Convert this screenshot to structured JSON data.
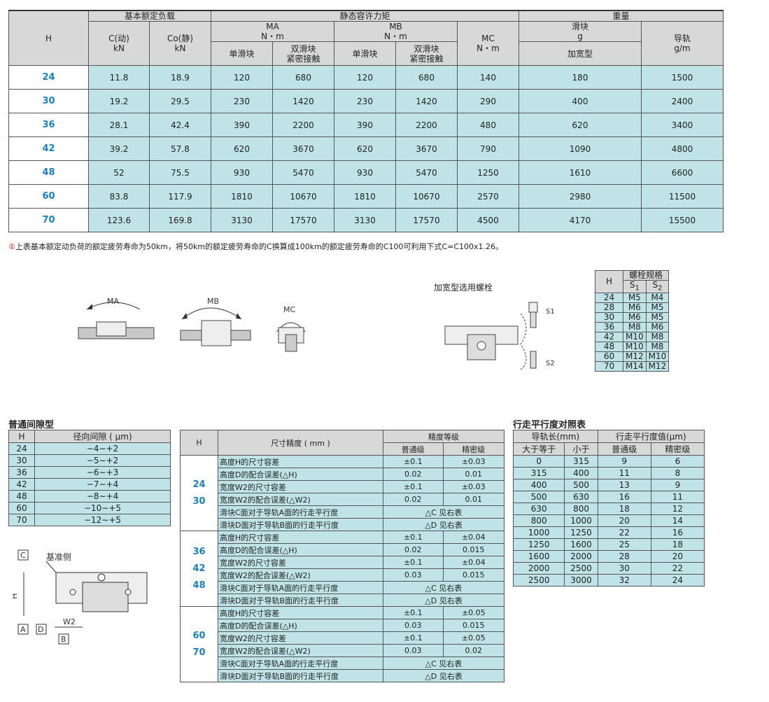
{
  "main": {
    "head": {
      "h": "H",
      "load_group": "基本额定负载",
      "c_dyn": "C(动)",
      "c_static": "Co(静)",
      "kn": "kN",
      "moment_group": "静态容许力矩",
      "ma": "MA",
      "mb": "MB",
      "nm": "N・m",
      "mc": "MC",
      "single": "单滑块",
      "double": "双滑块",
      "close": "紧密接触",
      "weight_group": "重量",
      "block": "滑块",
      "g": "g",
      "wide": "加宽型",
      "rail": "导轨",
      "gm": "g/m"
    },
    "rows": [
      [
        "24",
        "11.8",
        "18.9",
        "120",
        "680",
        "120",
        "680",
        "140",
        "180",
        "1500"
      ],
      [
        "30",
        "19.2",
        "29.5",
        "230",
        "1420",
        "230",
        "1420",
        "290",
        "400",
        "2400"
      ],
      [
        "36",
        "28.1",
        "42.4",
        "390",
        "2200",
        "390",
        "2200",
        "480",
        "620",
        "3400"
      ],
      [
        "42",
        "39.2",
        "57.8",
        "620",
        "3670",
        "620",
        "3670",
        "790",
        "1090",
        "4800"
      ],
      [
        "48",
        "52",
        "75.5",
        "930",
        "5470",
        "930",
        "5470",
        "1250",
        "1610",
        "6600"
      ],
      [
        "60",
        "83.8",
        "117.9",
        "1810",
        "10670",
        "1810",
        "10670",
        "2570",
        "2980",
        "11500"
      ],
      [
        "70",
        "123.6",
        "169.8",
        "3130",
        "17570",
        "3130",
        "17570",
        "4500",
        "4170",
        "15500"
      ]
    ]
  },
  "note": {
    "icon": "①",
    "text": "上表基本额定动负荷的额定疲劳寿命为50km，将50km的额定疲劳寿命的C换算成100km的额定疲劳寿命的C100可利用下式C=C100x1.26。"
  },
  "figure": {
    "ma": "MA",
    "mb": "MB",
    "mc": "MC",
    "bolt_caption": "加宽型选用螺栓",
    "s1": "S1",
    "s2": "S2"
  },
  "bolt": {
    "h": "H",
    "spec": "螺栓规格",
    "s1": "S",
    "s1_sub": "1",
    "s2": "S",
    "s2_sub": "2",
    "rows": [
      [
        "24",
        "M5",
        "M4"
      ],
      [
        "28",
        "M6",
        "M5"
      ],
      [
        "30",
        "M6",
        "M5"
      ],
      [
        "36",
        "M8",
        "M6"
      ],
      [
        "42",
        "M10",
        "M8"
      ],
      [
        "48",
        "M10",
        "M8"
      ],
      [
        "60",
        "M12",
        "M10"
      ],
      [
        "70",
        "M14",
        "M12"
      ]
    ]
  },
  "clearance": {
    "title": "普通间隙型",
    "h": "H",
    "col": "径向间隙 ( μm)",
    "rows": [
      [
        "24",
        "−4∼+2"
      ],
      [
        "30",
        "−5∼+2"
      ],
      [
        "36",
        "−6∼+3"
      ],
      [
        "42",
        "−7∼+4"
      ],
      [
        "48",
        "−8∼+4"
      ],
      [
        "60",
        "−10∼+5"
      ],
      [
        "70",
        "−12∼+5"
      ]
    ]
  },
  "accuracy": {
    "h": "H",
    "dim": "尺寸精度 ( mm )",
    "grade": "精度等级",
    "normal": "普通级",
    "precise": "精密级",
    "groups": [
      {
        "h": [
          "24",
          "30"
        ],
        "rows": [
          [
            "高度H的尺寸容差",
            "±0.1",
            "±0.03"
          ],
          [
            "高度D的配合误差(△H)",
            "0.02",
            "0.01"
          ],
          [
            "宽度W2的尺寸容差",
            "±0.1",
            "±0.03"
          ],
          [
            "宽度W2的配合误差(△W2)",
            "0.02",
            "0.01"
          ],
          [
            "滑块C面对于导轨A面的行走平行度",
            "△C 见右表",
            ""
          ],
          [
            "滑块D面对于导轨B面的行走平行度",
            "△D 见右表",
            ""
          ]
        ]
      },
      {
        "h": [
          "36",
          "42",
          "48"
        ],
        "rows": [
          [
            "高度H的尺寸容差",
            "±0.1",
            "±0.04"
          ],
          [
            "高度D的配合误差(△H)",
            "0.02",
            "0.015"
          ],
          [
            "宽度W2的尺寸容差",
            "±0.1",
            "±0.04"
          ],
          [
            "宽度W2的配合误差(△W2)",
            "0.03",
            "0.015"
          ],
          [
            "滑块C面对于导轨A面的行走平行度",
            "△C 见右表",
            ""
          ],
          [
            "滑块D面对于导轨B面的行走平行度",
            "△D 见右表",
            ""
          ]
        ]
      },
      {
        "h": [
          "60",
          "70"
        ],
        "rows": [
          [
            "高度H的尺寸容差",
            "±0.1",
            "±0.05"
          ],
          [
            "高度D的配合误差(△H)",
            "0.03",
            "0.015"
          ],
          [
            "宽度W2的尺寸容差",
            "±0.1",
            "±0.05"
          ],
          [
            "宽度W2的配合误差(△W2)",
            "0.03",
            "0.02"
          ],
          [
            "滑块C面对于导轨A面的行走平行度",
            "△C 见右表",
            ""
          ],
          [
            "滑块D面对于导轨B面的行走平行度",
            "△D 见右表",
            ""
          ]
        ]
      }
    ]
  },
  "parallel": {
    "title": "行走平行度对照表",
    "rail_len": "导轨长(mm)",
    "gte": "大于等于",
    "lt": "小于",
    "value": "行走平行度值(μm)",
    "normal": "普通级",
    "precise": "精密级",
    "rows": [
      [
        "0",
        "315",
        "9",
        "6"
      ],
      [
        "315",
        "400",
        "11",
        "8"
      ],
      [
        "400",
        "500",
        "13",
        "9"
      ],
      [
        "500",
        "630",
        "16",
        "11"
      ],
      [
        "630",
        "800",
        "18",
        "12"
      ],
      [
        "800",
        "1000",
        "20",
        "14"
      ],
      [
        "1000",
        "1250",
        "22",
        "16"
      ],
      [
        "1250",
        "1600",
        "25",
        "18"
      ],
      [
        "1600",
        "2000",
        "28",
        "20"
      ],
      [
        "2000",
        "2500",
        "30",
        "22"
      ],
      [
        "2500",
        "3000",
        "32",
        "24"
      ]
    ]
  },
  "diagram": {
    "c": "C",
    "ref": "基准侧",
    "h": "H",
    "a": "A",
    "d": "D",
    "w2": "W2",
    "b": "B"
  }
}
